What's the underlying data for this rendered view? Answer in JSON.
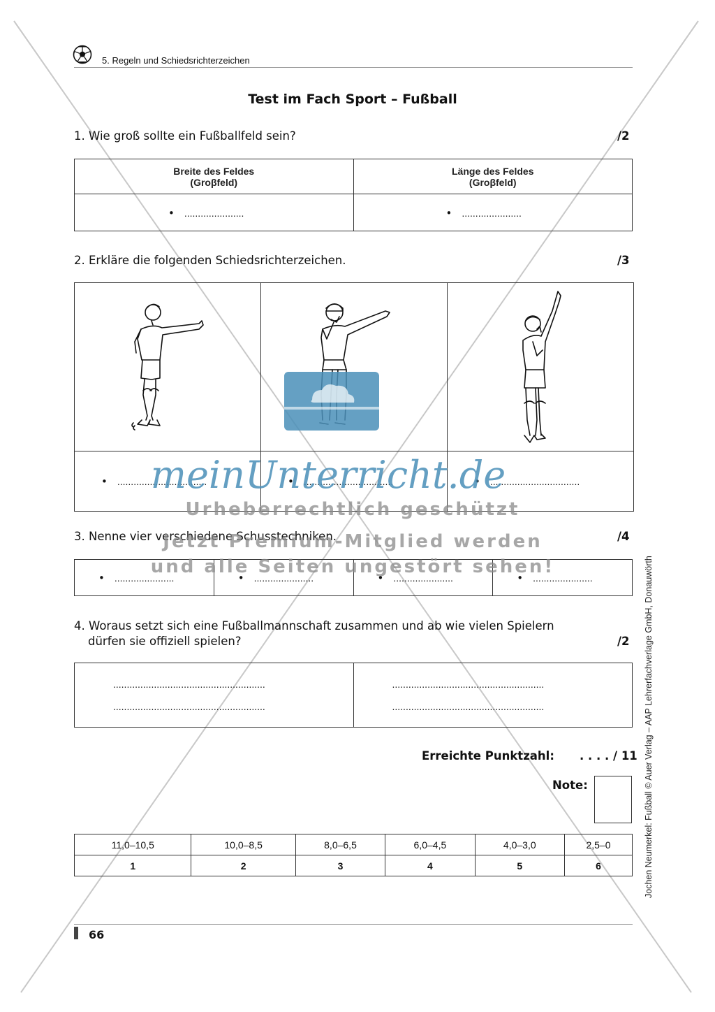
{
  "header": {
    "chapter": "5.  Regeln und Schiedsrichterzeichen"
  },
  "title": "Test im Fach Sport – Fußball",
  "q1": {
    "text": "1. Wie groß sollte ein Fußballfeld sein?",
    "points": "/2",
    "col1_line1": "Breite des Feldes",
    "col1_line2": "(Groβfeld)",
    "col2_line1": "Länge des Feldes",
    "col2_line2": "(Groβfeld)",
    "answer_dots_1": "......................",
    "answer_dots_2": "......................"
  },
  "q2": {
    "text": "2. Erkläre die folgenden Schiedsrichterzeichen.",
    "points": "/3",
    "answer_dots_1": ".................................",
    "answer_dots_2": ".................................",
    "answer_dots_3": "................................."
  },
  "q3": {
    "text": "3. Nenne vier verschiedene Schusstechniken.",
    "points": "/4",
    "answer_dots": [
      "......................",
      "......................",
      "......................",
      "......................"
    ]
  },
  "q4": {
    "text_line1": "4. Woraus setzt sich eine Fußballmannschaft zusammen und ab wie vielen Spielern",
    "text_line2": "dürfen sie offiziell spielen?",
    "points": "/2",
    "answer_dots_long": "........................................................"
  },
  "score": {
    "label": "Erreichte Punktzahl:",
    "value": ". . . . / 11"
  },
  "note": {
    "label": "Note:"
  },
  "grade_table": {
    "ranges": [
      "11,0–10,5",
      "10,0–8,5",
      "8,0–6,5",
      "6,0–4,5",
      "4,0–3,0",
      "2,5–0"
    ],
    "grades": [
      "1",
      "2",
      "3",
      "4",
      "5",
      "6"
    ]
  },
  "page_number": "66",
  "side_credit": "Jochen Neumerkel: Fußball © Auer Verlag – AAP Lehrerfachverlage GmbH, Donauwörth",
  "watermark": {
    "logo": "meinUnterricht.de",
    "line1": "Urheberrechtlich geschützt",
    "line2": "Jetzt Premium-Mitglied werden",
    "line3": "und alle Seiten ungestört sehen!"
  }
}
